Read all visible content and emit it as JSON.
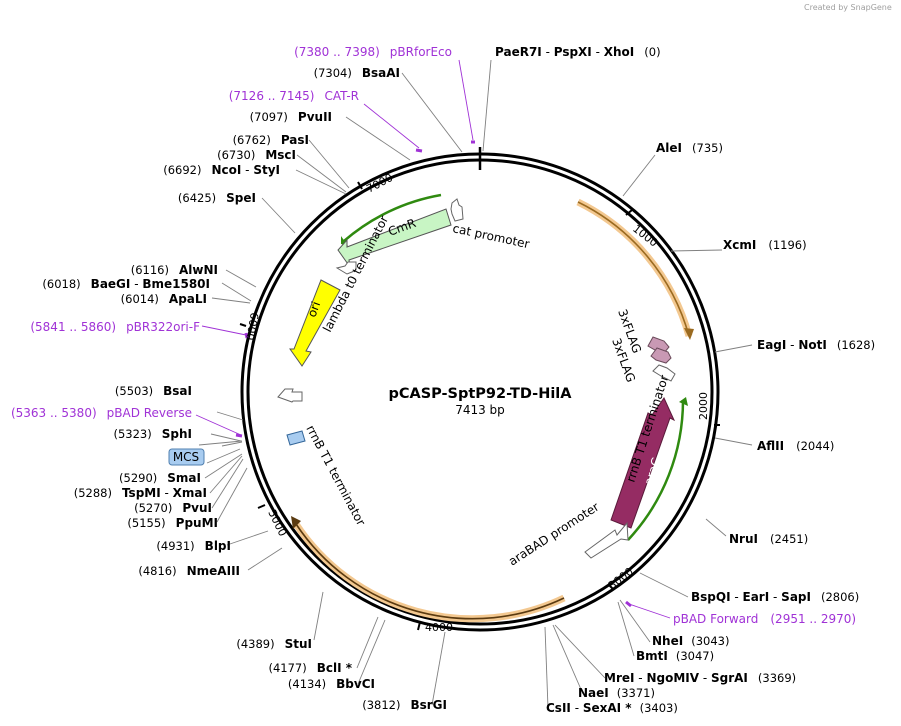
{
  "branding": "Created by SnapGene",
  "plasmid": {
    "name": "pCASP-SptP92-TD-HilA",
    "size": "7413 bp"
  },
  "ticks": [
    "1000",
    "2000",
    "3000",
    "4000",
    "5000",
    "6000",
    "7000"
  ],
  "sites": [
    {
      "pos": "(0)",
      "names": [
        "PaeR7I",
        "PspXI",
        "XhoI"
      ]
    },
    {
      "pos": "(735)",
      "names": [
        "AleI"
      ]
    },
    {
      "pos": "(1196)",
      "names": [
        "XcmI"
      ]
    },
    {
      "pos": "(1628)",
      "names": [
        "EagI",
        "NotI"
      ]
    },
    {
      "pos": "(2044)",
      "names": [
        "AflII"
      ]
    },
    {
      "pos": "(2451)",
      "names": [
        "NruI"
      ]
    },
    {
      "pos": "(2806)",
      "names": [
        "BspQI",
        "EarI",
        "SapI"
      ]
    },
    {
      "pos": "(3043)",
      "names": [
        "NheI"
      ]
    },
    {
      "pos": "(3047)",
      "names": [
        "BmtI"
      ]
    },
    {
      "pos": "(3369)",
      "names": [
        "MreI",
        "NgoMIV",
        "SgrAI"
      ]
    },
    {
      "pos": "(3371)",
      "names": [
        "NaeI"
      ]
    },
    {
      "pos": "(3403)",
      "names": [
        "CsII",
        "SexAI *"
      ]
    },
    {
      "pos": "(3812)",
      "names": [
        "BsrGI"
      ]
    },
    {
      "pos": "(4134)",
      "names": [
        "BbvCI"
      ]
    },
    {
      "pos": "(4177)",
      "names": [
        "BclI *"
      ]
    },
    {
      "pos": "(4389)",
      "names": [
        "StuI"
      ]
    },
    {
      "pos": "(4816)",
      "names": [
        "NmeAIII"
      ]
    },
    {
      "pos": "(4931)",
      "names": [
        "BlpI"
      ]
    },
    {
      "pos": "(5155)",
      "names": [
        "PpuMI"
      ]
    },
    {
      "pos": "(5270)",
      "names": [
        "PvuI"
      ]
    },
    {
      "pos": "(5288)",
      "names": [
        "TspMI",
        "XmaI"
      ]
    },
    {
      "pos": "(5290)",
      "names": [
        "SmaI"
      ]
    },
    {
      "pos": "(5323)",
      "names": [
        "SphI"
      ]
    },
    {
      "pos": "(5503)",
      "names": [
        "BsaI"
      ]
    },
    {
      "pos": "(6014)",
      "names": [
        "ApaLI"
      ]
    },
    {
      "pos": "(6018)",
      "names": [
        "BaeGI",
        "Bme1580I"
      ]
    },
    {
      "pos": "(6116)",
      "names": [
        "AlwNI"
      ]
    },
    {
      "pos": "(6425)",
      "names": [
        "SpeI"
      ]
    },
    {
      "pos": "(6692)",
      "names": [
        "NcoI",
        "StyI"
      ]
    },
    {
      "pos": "(6730)",
      "names": [
        "MscI"
      ]
    },
    {
      "pos": "(6762)",
      "names": [
        "PasI"
      ]
    },
    {
      "pos": "(7097)",
      "names": [
        "PvuII"
      ]
    },
    {
      "pos": "(7304)",
      "names": [
        "BsaAI"
      ]
    }
  ],
  "primers": [
    {
      "range": "(7380 .. 7398)",
      "name": "pBRforEco"
    },
    {
      "range": "(7126 .. 7145)",
      "name": "CAT-R"
    },
    {
      "range": "(5841 .. 5860)",
      "name": "pBR322ori-F"
    },
    {
      "range": "(5363 .. 5380)",
      "name": "pBAD Reverse"
    },
    {
      "range": "(2951 .. 2970)",
      "name": "pBAD Forward"
    }
  ],
  "mcs_label": "MCS",
  "features": {
    "cmr": "CmR",
    "ori": "ori",
    "arac": "araC",
    "cat_promoter": "cat promoter",
    "lambda_t0": "lambda t0 terminator",
    "rrnb_left": "rrnB T1 terminator",
    "rrnb_right": "rrnB T1 terminator",
    "flag1": "3xFLAG",
    "flag2": "3xFLAG",
    "arabad": "araBAD promoter"
  },
  "colors": {
    "cmr": "#c8f5c4",
    "ori": "#ffff00",
    "arac": "#952c63",
    "flag": "#c999b4",
    "orf_outline": "#f0b050",
    "green_arc": "#2f8a10",
    "primer": "#a032d6",
    "mcs": "#a8ccf0"
  }
}
